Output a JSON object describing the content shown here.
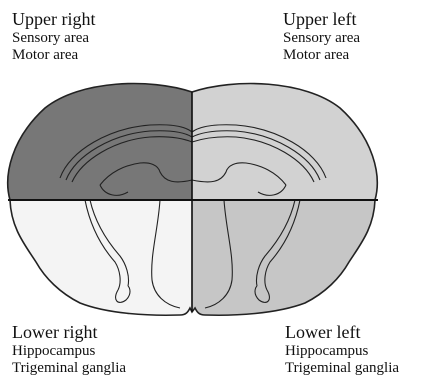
{
  "quadrants": {
    "upper_right": {
      "title": "Upper right",
      "items": [
        "Sensory area",
        "Motor area"
      ],
      "fill": "#777777"
    },
    "upper_left": {
      "title": "Upper left",
      "items": [
        "Sensory area",
        "Motor area"
      ],
      "fill": "#d2d2d2"
    },
    "lower_right": {
      "title": "Lower right",
      "items": [
        "Hippocampus",
        "Trigeminal ganglia"
      ],
      "fill": "#f4f4f4"
    },
    "lower_left": {
      "title": "Lower left",
      "items": [
        "Hippocampus",
        "Trigeminal ganglia"
      ],
      "fill": "#c6c6c6"
    }
  },
  "outline_color": "#222222"
}
